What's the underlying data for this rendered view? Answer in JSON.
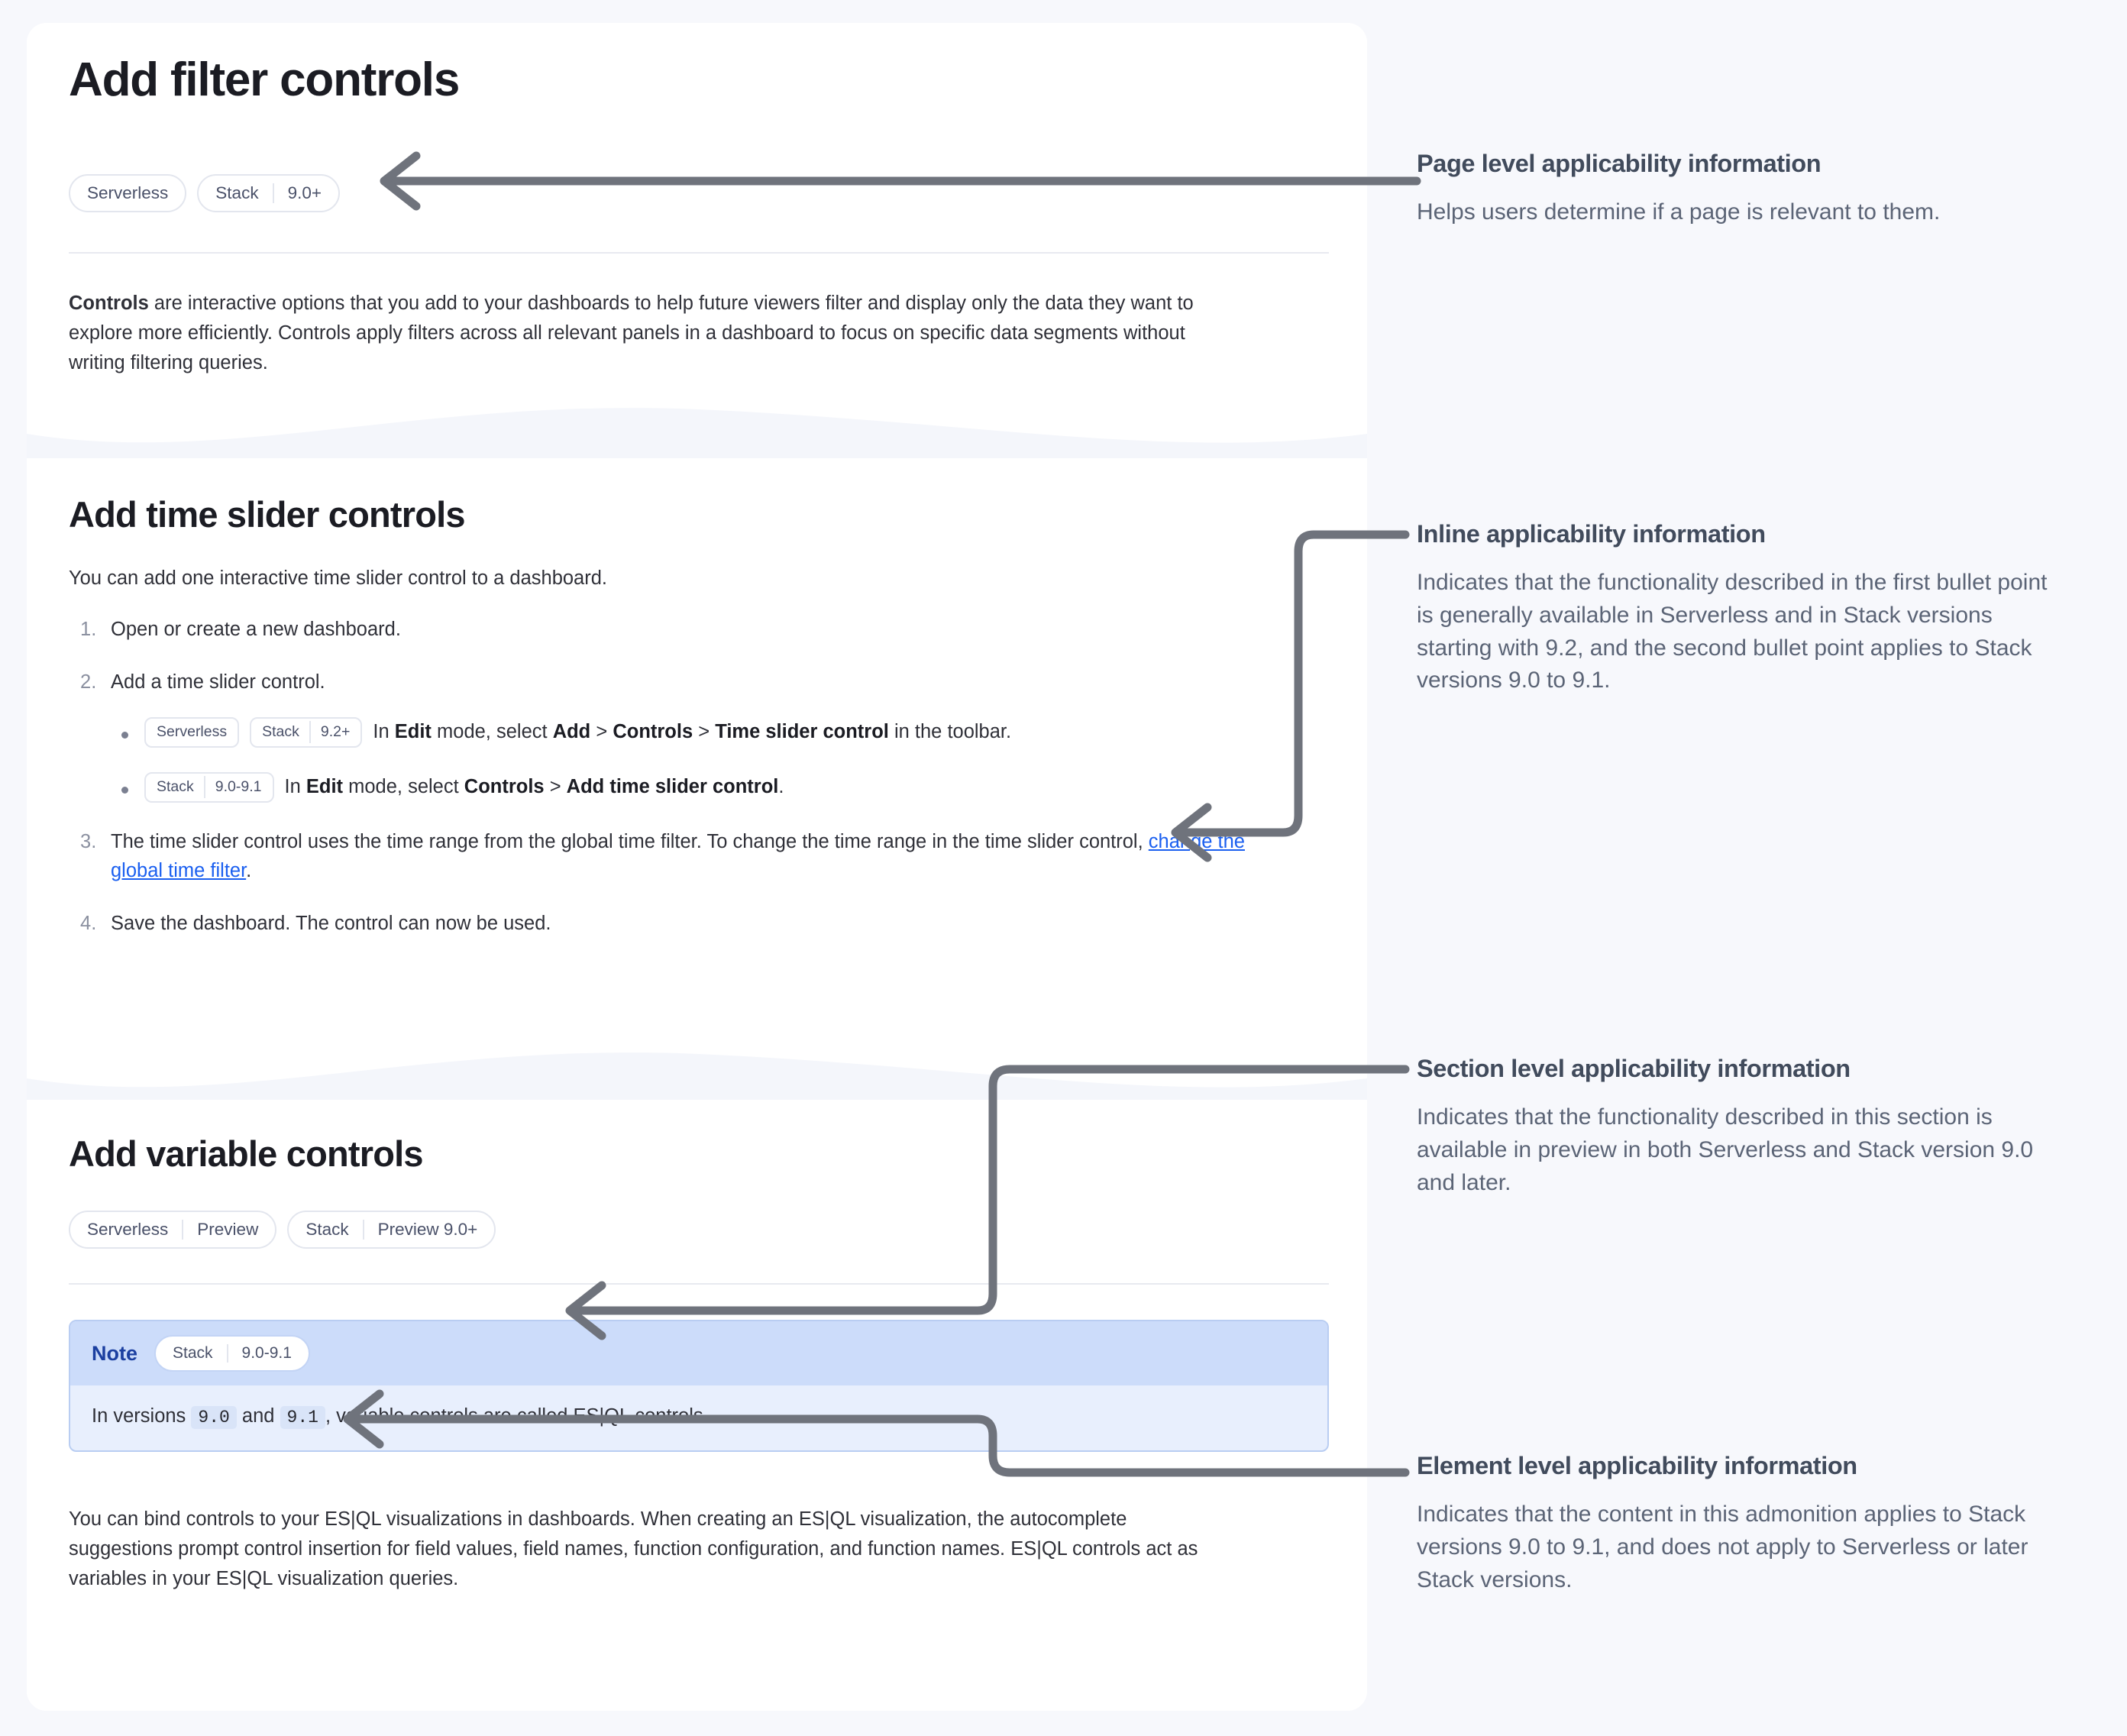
{
  "colors": {
    "page_background": "#f7f8fc",
    "panel_background": "#ffffff",
    "badge_border": "#e3e6ee",
    "badge_text": "#4a5169",
    "link": "#1a5ff0",
    "note_header": "#ccdcfa",
    "note_body": "#e8effd",
    "note_border": "#b9cdf2",
    "note_label": "#1b3fa0",
    "connector": "#6f737c",
    "annotation_heading": "#414b5c",
    "annotation_body": "#5b6476"
  },
  "page": {
    "title": "Add filter controls",
    "applicability": [
      {
        "segments": [
          "Serverless"
        ]
      },
      {
        "segments": [
          "Stack",
          "9.0+"
        ]
      }
    ],
    "intro": {
      "lead": "Controls",
      "rest": " are interactive options that you add to your dashboards to help future viewers filter and display only the data they want to explore more efficiently. Controls apply filters across all relevant panels in a dashboard to focus on specific data segments without writing filtering queries."
    }
  },
  "time_slider_section": {
    "heading": "Add time slider controls",
    "intro": "You can add one interactive time slider control to a dashboard.",
    "steps": [
      {
        "text": "Open or create a new dashboard."
      },
      {
        "text": "Add a time slider control.",
        "bullets": [
          {
            "badges": [
              {
                "segments": [
                  "Serverless"
                ]
              },
              {
                "segments": [
                  "Stack",
                  "9.2+"
                ]
              }
            ],
            "parts": [
              {
                "t": "In ",
                "b": false
              },
              {
                "t": "Edit",
                "b": true
              },
              {
                "t": " mode, select ",
                "b": false
              },
              {
                "t": "Add",
                "b": true
              },
              {
                "t": " > ",
                "b": false
              },
              {
                "t": "Controls",
                "b": true
              },
              {
                "t": " > ",
                "b": false
              },
              {
                "t": "Time slider control",
                "b": true
              },
              {
                "t": " in the toolbar.",
                "b": false
              }
            ]
          },
          {
            "badges": [
              {
                "segments": [
                  "Stack",
                  "9.0-9.1"
                ]
              }
            ],
            "parts": [
              {
                "t": "In ",
                "b": false
              },
              {
                "t": "Edit",
                "b": true
              },
              {
                "t": " mode, select ",
                "b": false
              },
              {
                "t": "Controls",
                "b": true
              },
              {
                "t": " > ",
                "b": false
              },
              {
                "t": "Add time slider control",
                "b": true
              },
              {
                "t": ".",
                "b": false
              }
            ]
          }
        ]
      },
      {
        "text_before_link": "The time slider control uses the time range from the global time filter. To change the time range in the time slider control, ",
        "link_text": "change the global time filter",
        "text_after_link": "."
      },
      {
        "text": "Save the dashboard. The control can now be used."
      }
    ]
  },
  "variable_section": {
    "heading": "Add variable controls",
    "applicability": [
      {
        "segments": [
          "Serverless",
          "Preview"
        ]
      },
      {
        "segments": [
          "Stack",
          "Preview 9.0+"
        ]
      }
    ],
    "note": {
      "label": "Note",
      "badge": {
        "segments": [
          "Stack",
          "9.0-9.1"
        ]
      },
      "body_parts": [
        {
          "t": "In versions ",
          "code": false
        },
        {
          "t": "9.0",
          "code": true
        },
        {
          "t": " and ",
          "code": false
        },
        {
          "t": "9.1",
          "code": true
        },
        {
          "t": ", variable controls are called ES|QL controls.",
          "code": false
        }
      ]
    },
    "paragraph": "You can bind controls to your ES|QL visualizations in dashboards. When creating an ES|QL visualization, the autocomplete suggestions prompt control insertion for field values, field names, function configuration, and function names. ES|QL controls act as variables in your ES|QL visualization queries."
  },
  "annotations": [
    {
      "id": "page-level",
      "heading": "Page level applicability information",
      "body": "Helps users determine if a page is relevant to them."
    },
    {
      "id": "inline",
      "heading": "Inline applicability information",
      "body": "Indicates that the functionality described in the first bullet point is generally available in Serverless and in Stack versions starting with 9.2, and the second bullet point applies to Stack versions 9.0 to 9.1."
    },
    {
      "id": "section-level",
      "heading": "Section level applicability information",
      "body": "Indicates that the functionality described in this section is available in preview in both Serverless and Stack version 9.0 and later."
    },
    {
      "id": "element-level",
      "heading": "Element level applicability information",
      "body": "Indicates that the content in this admonition applies to Stack versions 9.0 to 9.1, and does not apply to Serverless or later Stack versions."
    }
  ]
}
